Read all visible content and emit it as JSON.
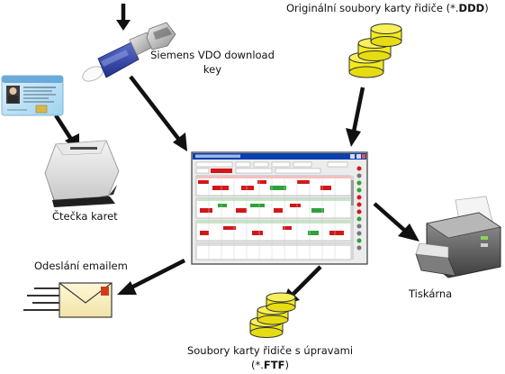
{
  "labels": {
    "original_files_prefix": "Originální soubory karty řidiče (*.",
    "original_files_ext": "DDD",
    "original_files_suffix": ")",
    "vdo_key_line1": "Siemens VDO download",
    "vdo_key_line2": "key",
    "card_reader": "Čtečka karet",
    "email": "Odeslání emailem",
    "printer": "Tiskárna",
    "edited_files_line1": "Soubory karty řidiče s úpravami",
    "edited_files_prefix": "(*.",
    "edited_files_ext": "FTF",
    "edited_files_suffix": ")"
  },
  "colors": {
    "arrow": "#111111",
    "disk_yellow": "#f2ea1c",
    "app_titlebar": "#0a3fb0",
    "app_red": "#d01818",
    "app_green": "#2fa23a"
  }
}
